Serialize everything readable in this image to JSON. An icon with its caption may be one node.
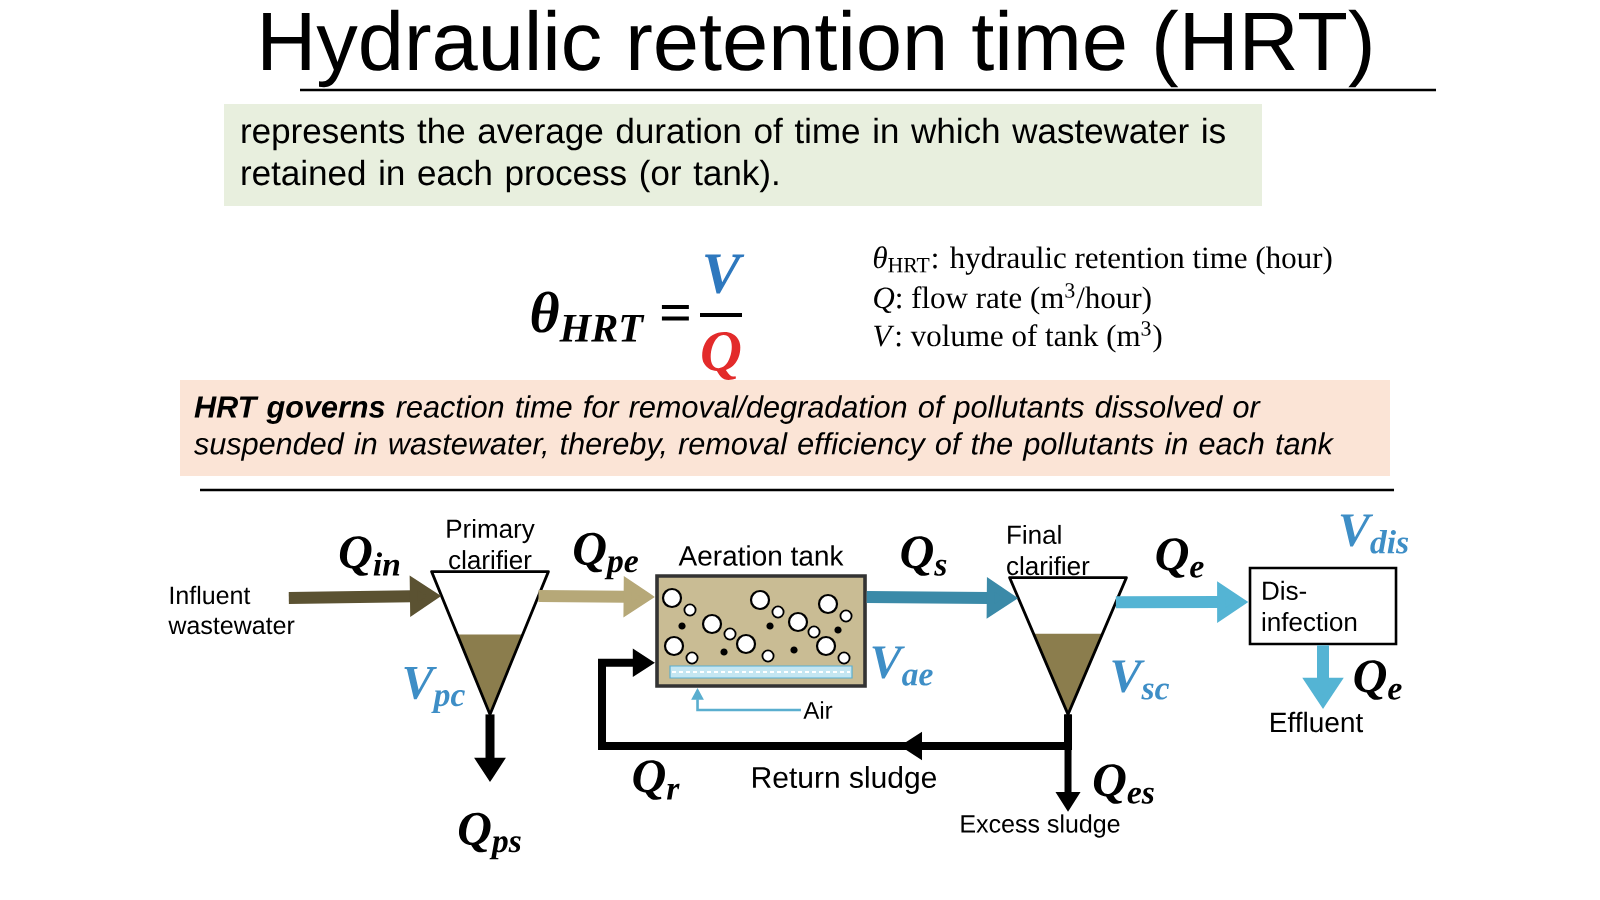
{
  "diagram": {
    "title": "Hydraulic retention time (HRT)",
    "nodes": [
      {
        "text": [
          "represents the average duration of time in which wastewater is retained in each process (or tank)."
        ]
      },
      {
        "text": [
          "**HRT governs** reaction time for removal/degradation of pollutants dissolved or suspended in wastewater, thereby, removal efficiency of the pollutants in each tank"
        ]
      },
      {
        "text": [
          "Influent wastewater"
        ]
      },
      {
        "text": [
          "Primary clarifier"
        ],
        "beside": [
          "V$_{pc}$"
        ]
      },
      {
        "text": [
          "Aeration tank"
        ],
        "beside": [
          "V$_{ae}$"
        ]
      },
      {
        "text": [
          "Air"
        ]
      },
      {
        "text": [
          "Final clarifier"
        ],
        "beside": [
          "V$_{sc}$"
        ]
      },
      {
        "text": [
          "Dis- infection"
        ],
        "beside": [
          "V$_{dis}$"
        ]
      },
      {
        "text": [
          "Effluent"
        ]
      },
      {
        "text": [
          "Excess sludge"
        ]
      }
    ],
    "edges": [
      {
        "from": 2,
        "to": 3,
        "arrow": "to",
        "label": "Q$_{in}$",
        "color": "#5b5232"
      },
      {
        "from": 3,
        "to": 4,
        "arrow": "to",
        "label": "Q$_{pe}$",
        "color": "#b6a878"
      },
      {
        "from": 4,
        "to": 6,
        "arrow": "to",
        "label": "Q$_{s}$",
        "color": "#3b8aa8"
      },
      {
        "from": 6,
        "to": 7,
        "arrow": "to",
        "label": "Q$_{e}$",
        "color": "#54b4d4"
      },
      {
        "from": 7,
        "to": 8,
        "arrow": "to",
        "label": "Q$_{e}$",
        "color": "#54b4d4"
      },
      {
        "from": 6,
        "to": 4,
        "arrow": "to",
        "label": "Q$_{r}$"
      },
      {
        "from": 6,
        "to": 9,
        "arrow": "to",
        "label": "Q$_{es}$"
      },
      {
        "from": 3,
        "to": null,
        "arrow": "to",
        "label": "Q$_{ps}$"
      },
      {
        "from": 5,
        "to": 4,
        "arrow": "to",
        "color": "#5aaecf"
      }
    ],
    "labels": [
      "θ$_{HRT}$ =",
      "V",
      "Q",
      "*θ*$_{HRT}$: hydraulic retention time (hour)",
      "*Q*: flow rate (m$^{3}$/hour)",
      "*V*: volume of tank (m$^{3}$)",
      "Return sludge"
    ]
  }
}
